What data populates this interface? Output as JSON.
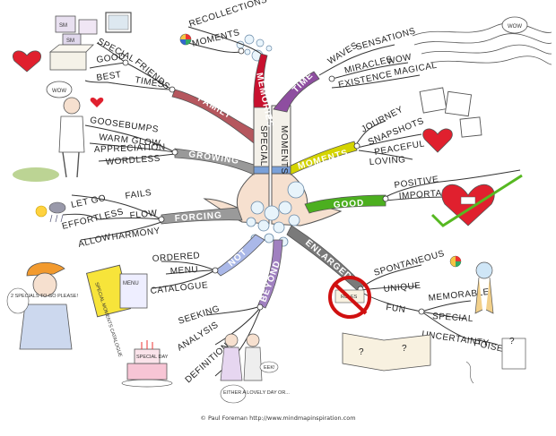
{
  "center": {
    "text_left": "SPECIAL",
    "text_right": "MOMENTS"
  },
  "branches": {
    "memories": {
      "label": "MEMORIES",
      "color": "#c8102e",
      "words": {
        "recollections": "RECOLLECTIONS",
        "moments": "MOMENTS"
      }
    },
    "family": {
      "label": "FAMILY",
      "color": "#b5575e",
      "words": {
        "friends": "FRIENDS",
        "times": "TIMES",
        "special": "SPECIAL",
        "good": "GOOD",
        "best": "BEST"
      },
      "box_text": "SM"
    },
    "time": {
      "label": "TIME",
      "color": "#8e4ea0",
      "words": {
        "waves": "WAVES",
        "sensations": "SENSATIONS",
        "miracles": "MIRACLES",
        "wow": "WOW",
        "existence": "EXISTENCE",
        "magical": "MAGICAL"
      },
      "bubble": "WOW"
    },
    "moments": {
      "label": "MOMENTS",
      "color": "#d4d400",
      "words": {
        "journey": "JOURNEY",
        "snapshots": "SNAPSHOTS",
        "peaceful": "PEACEFUL",
        "loving": "LOVING"
      }
    },
    "growing": {
      "label": "GROWING",
      "color": "#999999",
      "words": {
        "goosebumps": "GOOSEBUMPS",
        "warm_glow": "WARM GLOW",
        "appreciation": "APPRECIATION",
        "wordless": "WORDLESS"
      },
      "bubble": "WOW"
    },
    "good": {
      "label": "GOOD",
      "color": "#4caf1f",
      "words": {
        "positive": "POSITIVE",
        "important": "IMPORTANT"
      }
    },
    "forcing": {
      "label": "FORCING",
      "color": "#9a9a9a",
      "words": {
        "let_go": "LET GO",
        "fails": "FAILS",
        "effortless": "EFFORTLESS",
        "flow": "FLOW",
        "allow": "ALLOW",
        "harmony": "HARMONY"
      }
    },
    "not": {
      "label": "NOT",
      "color": "#aab8e8",
      "words": {
        "ordered": "ORDERED",
        "menu": "MENU",
        "catalogue": "CATALOGUE"
      },
      "book_title": "MENU",
      "catalogue_text": "SPECIAL MOMENTS CATALOGUE",
      "speech": "2 SPECIALS TO GO PLEASE!"
    },
    "enlarged": {
      "label": "ENLARGED",
      "color": "#7a7a7a",
      "words": {
        "spontaneous": "SPONTANEOUS",
        "unique": "UNIQUE",
        "fun": "FUN",
        "memorable": "MEMORABLE",
        "special": "SPECIAL",
        "uncertainty": "UNCERTAINTY",
        "poise": "POISE"
      },
      "scroll_text": "RULES",
      "question_marks": [
        "?",
        "?"
      ],
      "balloon": "?"
    },
    "beyond": {
      "label": "BEYOND",
      "color": "#a080c0",
      "words": {
        "seeking": "SEEKING",
        "analysis": "ANALYSIS",
        "definition": "DEFINITION"
      },
      "cake_text": "SPECIAL DAY",
      "speech_eek": "EEK!",
      "speech_lady": "EITHER A LOVELY DAY OR..."
    }
  },
  "credit": "© Paul Foreman http://www.mindmapinspiration.com"
}
